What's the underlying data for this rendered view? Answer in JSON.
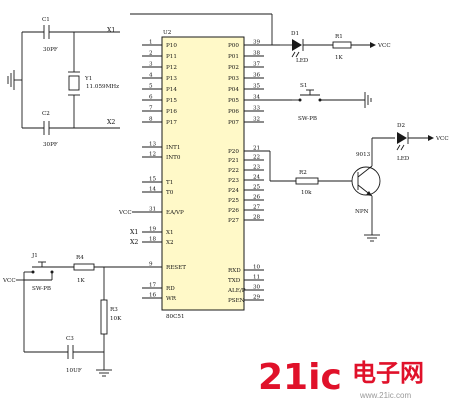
{
  "chip": {
    "ref": "U2",
    "part": "80C51",
    "left_pins": [
      {
        "num": "1",
        "name": "P10"
      },
      {
        "num": "2",
        "name": "P11"
      },
      {
        "num": "3",
        "name": "P12"
      },
      {
        "num": "4",
        "name": "P13"
      },
      {
        "num": "5",
        "name": "P14"
      },
      {
        "num": "6",
        "name": "P15"
      },
      {
        "num": "7",
        "name": "P16"
      },
      {
        "num": "8",
        "name": "P17"
      },
      {
        "num": "13",
        "name": "INT1"
      },
      {
        "num": "12",
        "name": "INT0"
      },
      {
        "num": "15",
        "name": "T1"
      },
      {
        "num": "14",
        "name": "T0"
      },
      {
        "num": "31",
        "name": "EA/VP"
      },
      {
        "num": "19",
        "name": "X1"
      },
      {
        "num": "18",
        "name": "X2"
      },
      {
        "num": "9",
        "name": "RESET"
      },
      {
        "num": "17",
        "name": "RD"
      },
      {
        "num": "16",
        "name": "WR"
      }
    ],
    "right_pins": [
      {
        "num": "39",
        "name": "P00"
      },
      {
        "num": "38",
        "name": "P01"
      },
      {
        "num": "37",
        "name": "P02"
      },
      {
        "num": "36",
        "name": "P03"
      },
      {
        "num": "35",
        "name": "P04"
      },
      {
        "num": "34",
        "name": "P05"
      },
      {
        "num": "33",
        "name": "P06"
      },
      {
        "num": "32",
        "name": "P07"
      },
      {
        "num": "21",
        "name": "P20"
      },
      {
        "num": "22",
        "name": "P21"
      },
      {
        "num": "23",
        "name": "P22"
      },
      {
        "num": "24",
        "name": "P23"
      },
      {
        "num": "25",
        "name": "P24"
      },
      {
        "num": "26",
        "name": "P25"
      },
      {
        "num": "27",
        "name": "P26"
      },
      {
        "num": "28",
        "name": "P27"
      },
      {
        "num": "10",
        "name": "RXD"
      },
      {
        "num": "11",
        "name": "TXD"
      },
      {
        "num": "30",
        "name": "ALE/P"
      },
      {
        "num": "29",
        "name": "PSEN"
      }
    ]
  },
  "components": {
    "c1": {
      "ref": "C1",
      "value": "30PF"
    },
    "c2": {
      "ref": "C2",
      "value": "30PF"
    },
    "y1": {
      "ref": "Y1",
      "value": "11.059MHz"
    },
    "c3": {
      "ref": "C3",
      "value": "10UF"
    },
    "d1": {
      "ref": "D1",
      "value": "LED"
    },
    "d2": {
      "ref": "D2",
      "value": "LED"
    },
    "r1": {
      "ref": "R1",
      "value": "1K"
    },
    "r2": {
      "ref": "R2",
      "value": "10k"
    },
    "r3": {
      "ref": "R3",
      "value": "10K"
    },
    "r4": {
      "ref": "R4",
      "value": "1K"
    },
    "s1": {
      "ref": "S1",
      "value": "SW-PB"
    },
    "j1": {
      "ref": "J1",
      "value": "SW-PB"
    },
    "q1": {
      "ref": "9013",
      "value": "NPN"
    }
  },
  "nets": {
    "x1": "X1",
    "x2": "X2",
    "vcc": "VCC"
  },
  "watermark": {
    "brand": "21ic",
    "cn": "电子网",
    "url": "www.21ic.com",
    "color_red": "#e0112a",
    "color_gold": "#f2c14a"
  }
}
